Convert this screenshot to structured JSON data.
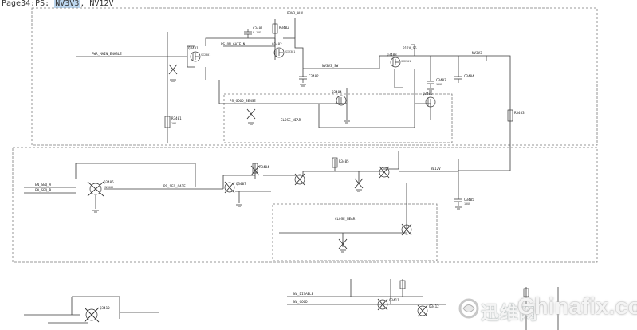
{
  "header": {
    "prefix": "Page34:PS: ",
    "highlighted": "NV3V3",
    "suffix": ", NV12V"
  },
  "diagram": {
    "nets": {
      "in_main": "PWR_MAIN_ENABLE",
      "rail_3v3": "P3V3_AUX",
      "rail_12v": "P12V_S5",
      "gate1": "PS_ON_GATE_N",
      "sw_node": "NV3V3_SW",
      "out_3v3": "NV3V3",
      "en_a": "EN_SEQ_A",
      "sense": "PS_GOOD_SENSE",
      "mid": "PS_SEQ_GATE",
      "en_b": "EN_SEQ_B",
      "out_12v": "NV12V",
      "bot_a": "NV_DISABLE",
      "bot_b": "NV_GOOD"
    },
    "refs": {
      "q1": "Q3401",
      "q2": "Q3402",
      "q3": "Q3403",
      "q4": "Q3404",
      "q5": "Q3405",
      "q6": "Q3406",
      "q7": "Q3407",
      "r1": "R3401",
      "r2": "R3402",
      "r3": "R3403",
      "r4": "R3404",
      "r5": "R3405",
      "c1": "C3401",
      "c2": "C3402",
      "c3": "C3403",
      "c4": "C3404",
      "c5": "C3405",
      "qb1": "Q3410",
      "qb2": "Q3411",
      "qb3": "Q3412"
    },
    "values": {
      "res": "10K",
      "cap": "0.1UF",
      "cap2": "10UF",
      "mos": "SI2301",
      "nmos": "2N7002"
    },
    "notes": {
      "box1": "CLOSE_NEAR",
      "box2": "CLOSE_NEAR"
    }
  },
  "watermark": {
    "cn": "迅维网",
    "en": "Chinafix.com",
    "logo_icon": "chinafix-swirl-logo"
  }
}
